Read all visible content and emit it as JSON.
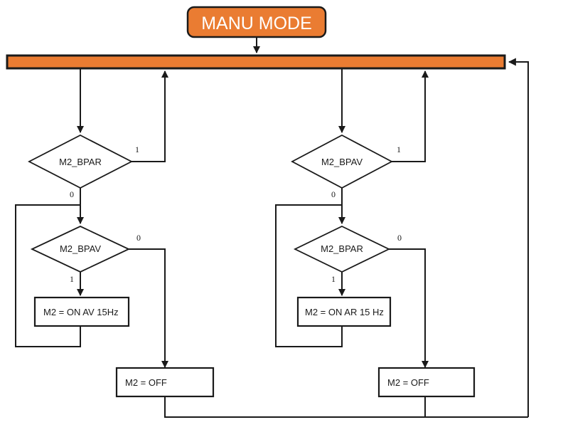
{
  "diagram": {
    "title": "MANU MODE",
    "type": "flowchart",
    "colors": {
      "accent": "#ea7c32",
      "accent_border": "#1a1a1a",
      "line": "#1a1a1a",
      "text": "#1a1a1a",
      "title_text": "#ffffff",
      "background": "#ffffff"
    },
    "start_node": {
      "label": "MANU MODE",
      "shape": "rounded-rectangle",
      "fill": "#ea7c32"
    },
    "bus_bar": {
      "label": "",
      "shape": "bar",
      "fill": "#ea7c32"
    },
    "branches": [
      {
        "side": "left",
        "decision_1": {
          "label": "M2_BPAR",
          "true_label": "1",
          "false_label": "0"
        },
        "decision_2": {
          "label": "M2_BPAV",
          "true_label": "1",
          "false_label": "0"
        },
        "action": {
          "label": "M2 = ON AV  15Hz"
        },
        "off_action": {
          "label": "M2 = OFF"
        }
      },
      {
        "side": "right",
        "decision_1": {
          "label": "M2_BPAV",
          "true_label": "1",
          "false_label": "0"
        },
        "decision_2": {
          "label": "M2_BPAR",
          "true_label": "1",
          "false_label": "0"
        },
        "action": {
          "label": "M2 = ON AR 15 Hz"
        },
        "off_action": {
          "label": "M2 = OFF"
        }
      }
    ]
  }
}
